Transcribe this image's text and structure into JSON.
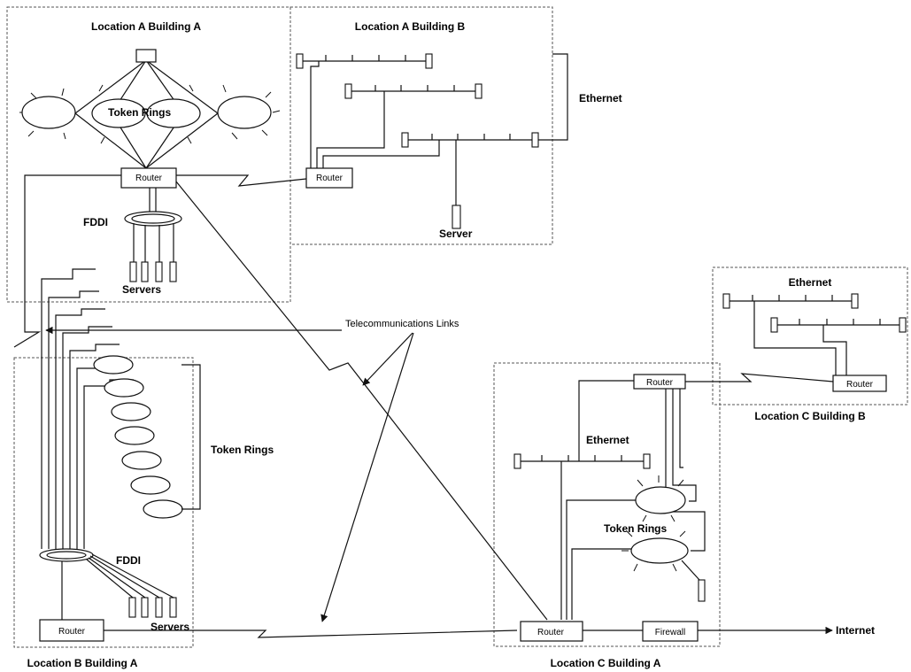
{
  "locations": {
    "loc_a_bldg_a": "Location A Building A",
    "loc_a_bldg_b": "Location A Building B",
    "loc_b_bldg_a": "Location B Building A",
    "loc_c_bldg_a": "Location C Building A",
    "loc_c_bldg_b": "Location C Building B"
  },
  "labels": {
    "token_rings_a": "Token Rings",
    "token_rings_b": "Token Rings",
    "token_rings_c": "Token Rings",
    "ethernet_a": "Ethernet",
    "ethernet_c": "Ethernet",
    "ethernet_cb": "Ethernet",
    "fddi_a": "FDDI",
    "fddi_b": "FDDI",
    "servers_a": "Servers",
    "servers_b": "Servers",
    "server_ab": "Server",
    "telecom": "Telecommunications Links",
    "internet": "Internet"
  },
  "devices": {
    "router": "Router",
    "firewall": "Firewall"
  }
}
